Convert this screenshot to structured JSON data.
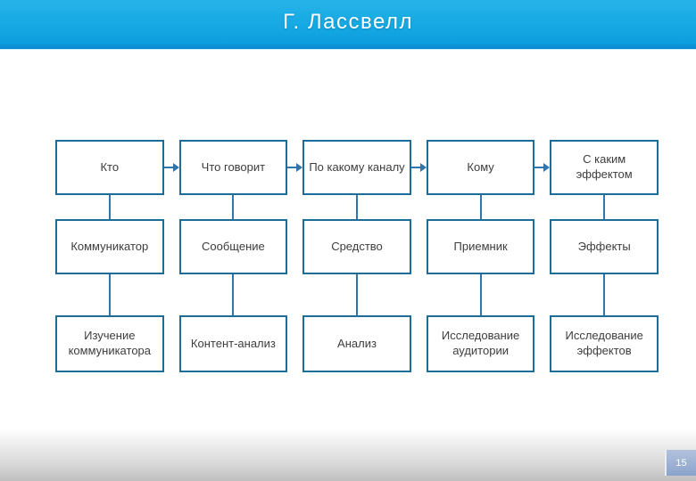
{
  "slide": {
    "title": "Г. Лассвелл",
    "page_number": "15"
  },
  "diagram": {
    "rows": [
      {
        "role": "question-row",
        "cells": [
          "Кто",
          "Что говорит",
          "По какому каналу",
          "Кому",
          "С каким эффектом"
        ]
      },
      {
        "role": "element-row",
        "cells": [
          "Коммуникатор",
          "Сообщение",
          "Средство",
          "Приемник",
          "Эффекты"
        ]
      },
      {
        "role": "research-row",
        "cells": [
          "Изучение коммуникатора",
          "Контент-анализ",
          "Анализ",
          "Исследование аудитории",
          "Исследование эффектов"
        ]
      }
    ]
  },
  "colors": {
    "header_gradient_top": "#27b3e8",
    "header_gradient_bottom": "#0d9edd",
    "header_accent_bar": "#0a8bd3",
    "title_text": "#ffffff",
    "box_border": "#1e6d99",
    "connector": "#2e76ad",
    "box_text": "#3d3d3d",
    "page_badge_bg": "#8ba3cc",
    "footer_gradient_end": "#bfbfbf"
  }
}
